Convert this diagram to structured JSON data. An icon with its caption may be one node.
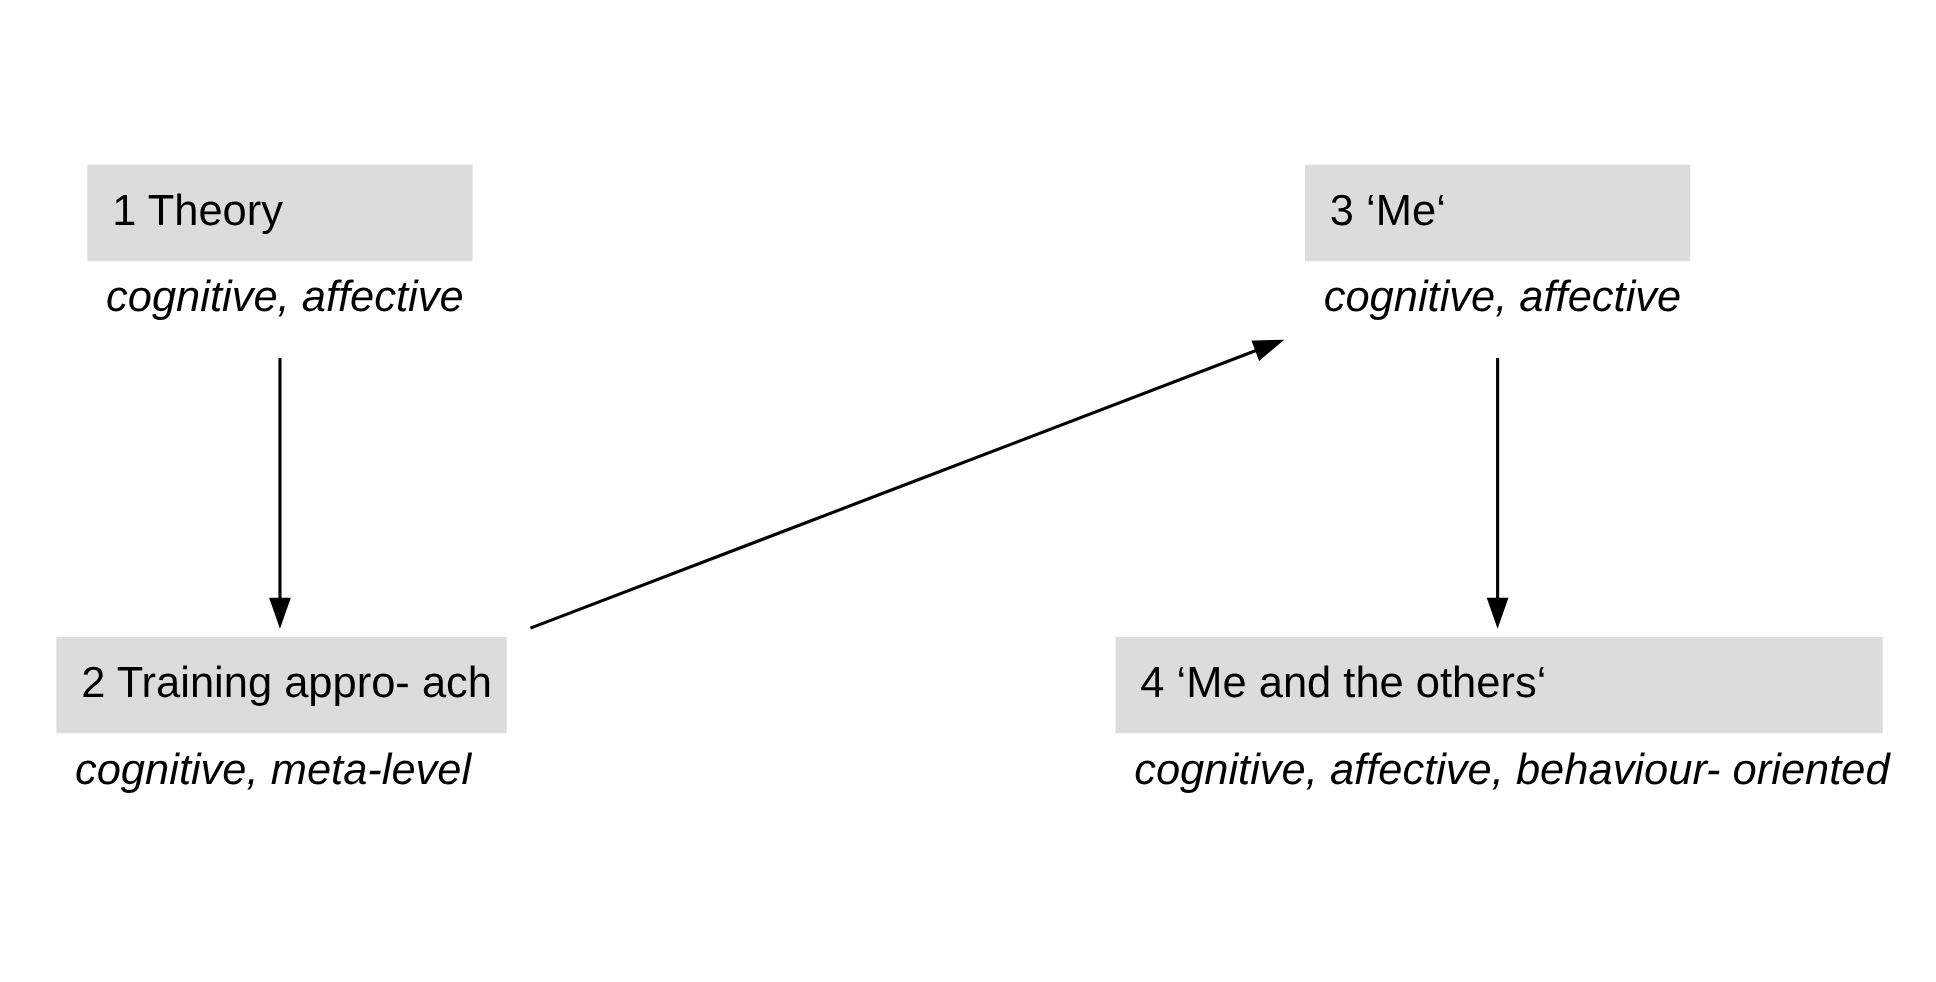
{
  "diagram": {
    "nodes": [
      {
        "text": [
          "1 Theory"
        ],
        "beside": [
          "cognitive, affective"
        ]
      },
      {
        "text": [
          "2 Training appro- ach"
        ],
        "beside": [
          "cognitive, meta-level"
        ]
      },
      {
        "text": [
          "3 ‘Me‘"
        ],
        "beside": [
          "cognitive, affective"
        ]
      },
      {
        "text": [
          "4 ‘Me and the others‘"
        ],
        "beside": [
          "cognitive, affective, behaviour- oriented"
        ]
      }
    ],
    "edges": [
      {
        "from": 0,
        "to": 1,
        "arrow": "to"
      },
      {
        "from": 1,
        "to": 2,
        "arrow": "to"
      },
      {
        "from": 2,
        "to": 3,
        "arrow": "to"
      }
    ]
  }
}
